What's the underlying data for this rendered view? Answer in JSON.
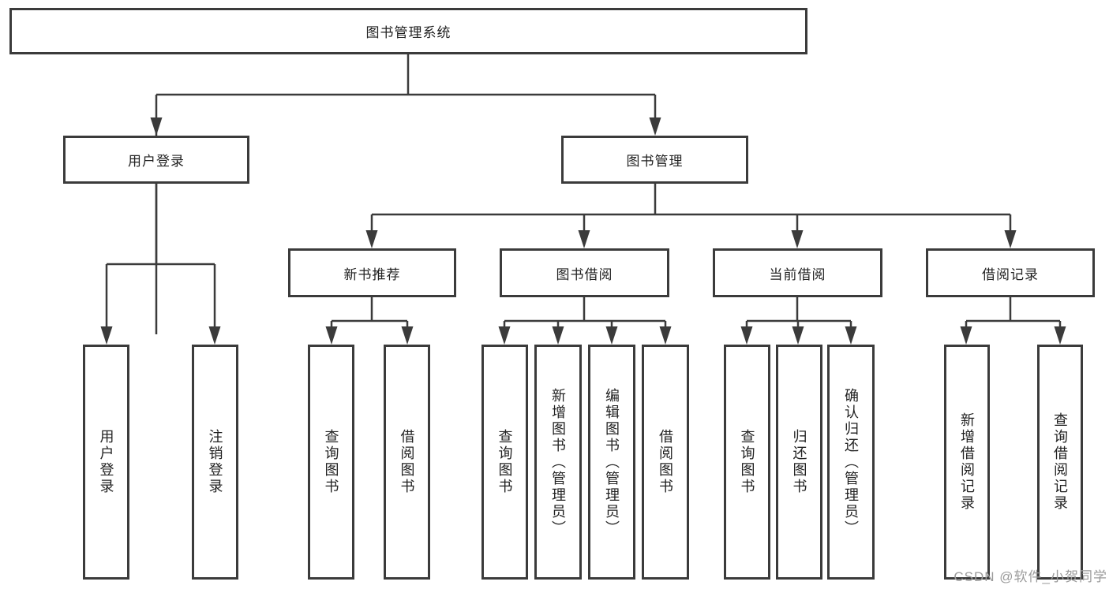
{
  "page": {
    "background": "#ffffff",
    "line_color": "#3b3b3b",
    "text_color": "#222222",
    "watermark_color": "#9b9b9b"
  },
  "nodes": {
    "root": "图书管理系统",
    "user_login": "用户登录",
    "book_mgmt": "图书管理",
    "new_book_rec": "新书推荐",
    "book_borrow": "图书借阅",
    "current_borrow": "当前借阅",
    "borrow_record": "借阅记录",
    "ul_user_login": "用户登录",
    "ul_logout": "注销登录",
    "nbr_query_book": "查询图书",
    "nbr_borrow_book": "借阅图书",
    "bb_query_book": "查询图书",
    "bb_add_book": "新增图书（管理员）",
    "bb_edit_book": "编辑图书（管理员）",
    "bb_borrow_book": "借阅图书",
    "cb_query_book": "查询图书",
    "cb_return_book": "归还图书",
    "cb_confirm_return": "确认归还（管理员）",
    "br_add_record": "新增借阅记录",
    "br_query_record": "查询借阅记录"
  },
  "watermark": "CSDN @软件_小贺同学"
}
